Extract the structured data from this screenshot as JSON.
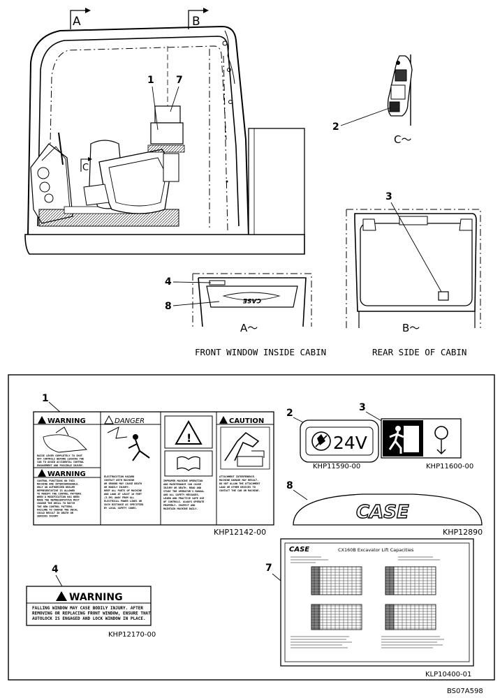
{
  "views": {
    "section_a": "A",
    "section_b": "B",
    "section_c": "C",
    "c_view": "C～",
    "a_view": "A～",
    "b_view": "B～",
    "caption_front": "FRONT WINDOW INSIDE CABIN",
    "caption_rear": "REAR SIDE OF CABIN"
  },
  "callouts": {
    "c1": "1",
    "c7": "7",
    "c2": "2",
    "c3": "3",
    "c4": "4",
    "c8": "8"
  },
  "decals": {
    "d1": {
      "num": "1",
      "part": "KHP12142-00",
      "warning": "WARNING",
      "danger": "DANGER",
      "caution": "CAUTION",
      "w1_text": [
        "RAISE LEVER COMPLETELY TO SHUT",
        "OFF CONTROLS BEFORE LEAVING THE",
        "CAB TO AVOID ACCIDENTAL CONTROL",
        "ENGAGEMENT AND POSSIBLE INJURY."
      ],
      "w2_text": [
        "CONTROL FUNCTIONS ON THIS",
        "MACHINE ARE INTERCHANGEABLE.",
        "ONLY AN AUTHORIZED DEALER",
        "REPRESENTATIVE IS ALLOWED",
        "TO MODIFY THE CONTROL PATTERN.",
        "WHEN A MODIFICATION HAS BEEN",
        "MADE THE REPRESENTATIVE MUST",
        "CHANGE THE DECAL TO MATCH",
        "THE NEW CONTROL PATTERN.",
        "FAILURE TO CHANGE THE DECAL",
        "COULD RESULT IN DEATH OR",
        "SERIOUS INJURY"
      ],
      "danger_text": [
        "ELECTROCUTION HAZARD",
        "CONTACT WITH MACHINE",
        "OR GROUND MAY CAUSE DEATH",
        "OR BODILY INJURY.",
        "KEEP ALL PARTS OF MACHINE",
        "AND LOAD AT LEAST 10 FEET",
        "(3.5M) AWAY FROM ALL",
        "ELECTRICAL POWER LINES OR",
        "SUCH DISTANCE AS SPECIFIED",
        "BY LOCAL SAFETY CODES."
      ],
      "mid_text": [
        "IMPROPER MACHINE OPERATION",
        "AND MAINTENANCE CAN CAUSE",
        "INJURY OR DEATH. READ AND",
        "STUDY THE OPERATOR'S MANUAL",
        "AND ALL SAFETY MESSAGES.",
        "LEARN AND PRACTICE SAFE USE",
        "OF CONTROLS. ALWAYS OPERATE",
        "PROPERLY. INSPECT AND",
        "MAINTAIN MACHINE DAILY."
      ],
      "caution_text": [
        "ATTACHMENT INTERFERENCE.",
        "MACHINE DAMAGE MAY RESULT.",
        "",
        "DO NOT ALLOW THE ATTACHMENT",
        "LOAD OR OTHER DEVICES TO",
        "CONTACT THE CAB OR MACHINE."
      ]
    },
    "d2": {
      "num": "2",
      "part": "KHP11590-00",
      "voltage": "24V"
    },
    "d3": {
      "num": "3",
      "part": "KHP11600-00"
    },
    "d8": {
      "num": "8",
      "part": "KHP12890",
      "brand": "CASE"
    },
    "d4": {
      "num": "4",
      "part": "KHP12170-00",
      "warning": "WARNING",
      "text": [
        "FALLING WINDOW MAY CASE BODILY INJURY. AFTER",
        "REMOVING OR REPLACING FRONT WINDOW, ENSURE THAT",
        "AUTOLOCK IS ENGAGED AND LOCK WINDOW IN PLACE."
      ]
    },
    "d7": {
      "num": "7",
      "part": "KLP10400-01",
      "brand": "CASE",
      "title": "CX160B Excavator Lift Capacities"
    }
  },
  "footer_code": "BS07A598"
}
